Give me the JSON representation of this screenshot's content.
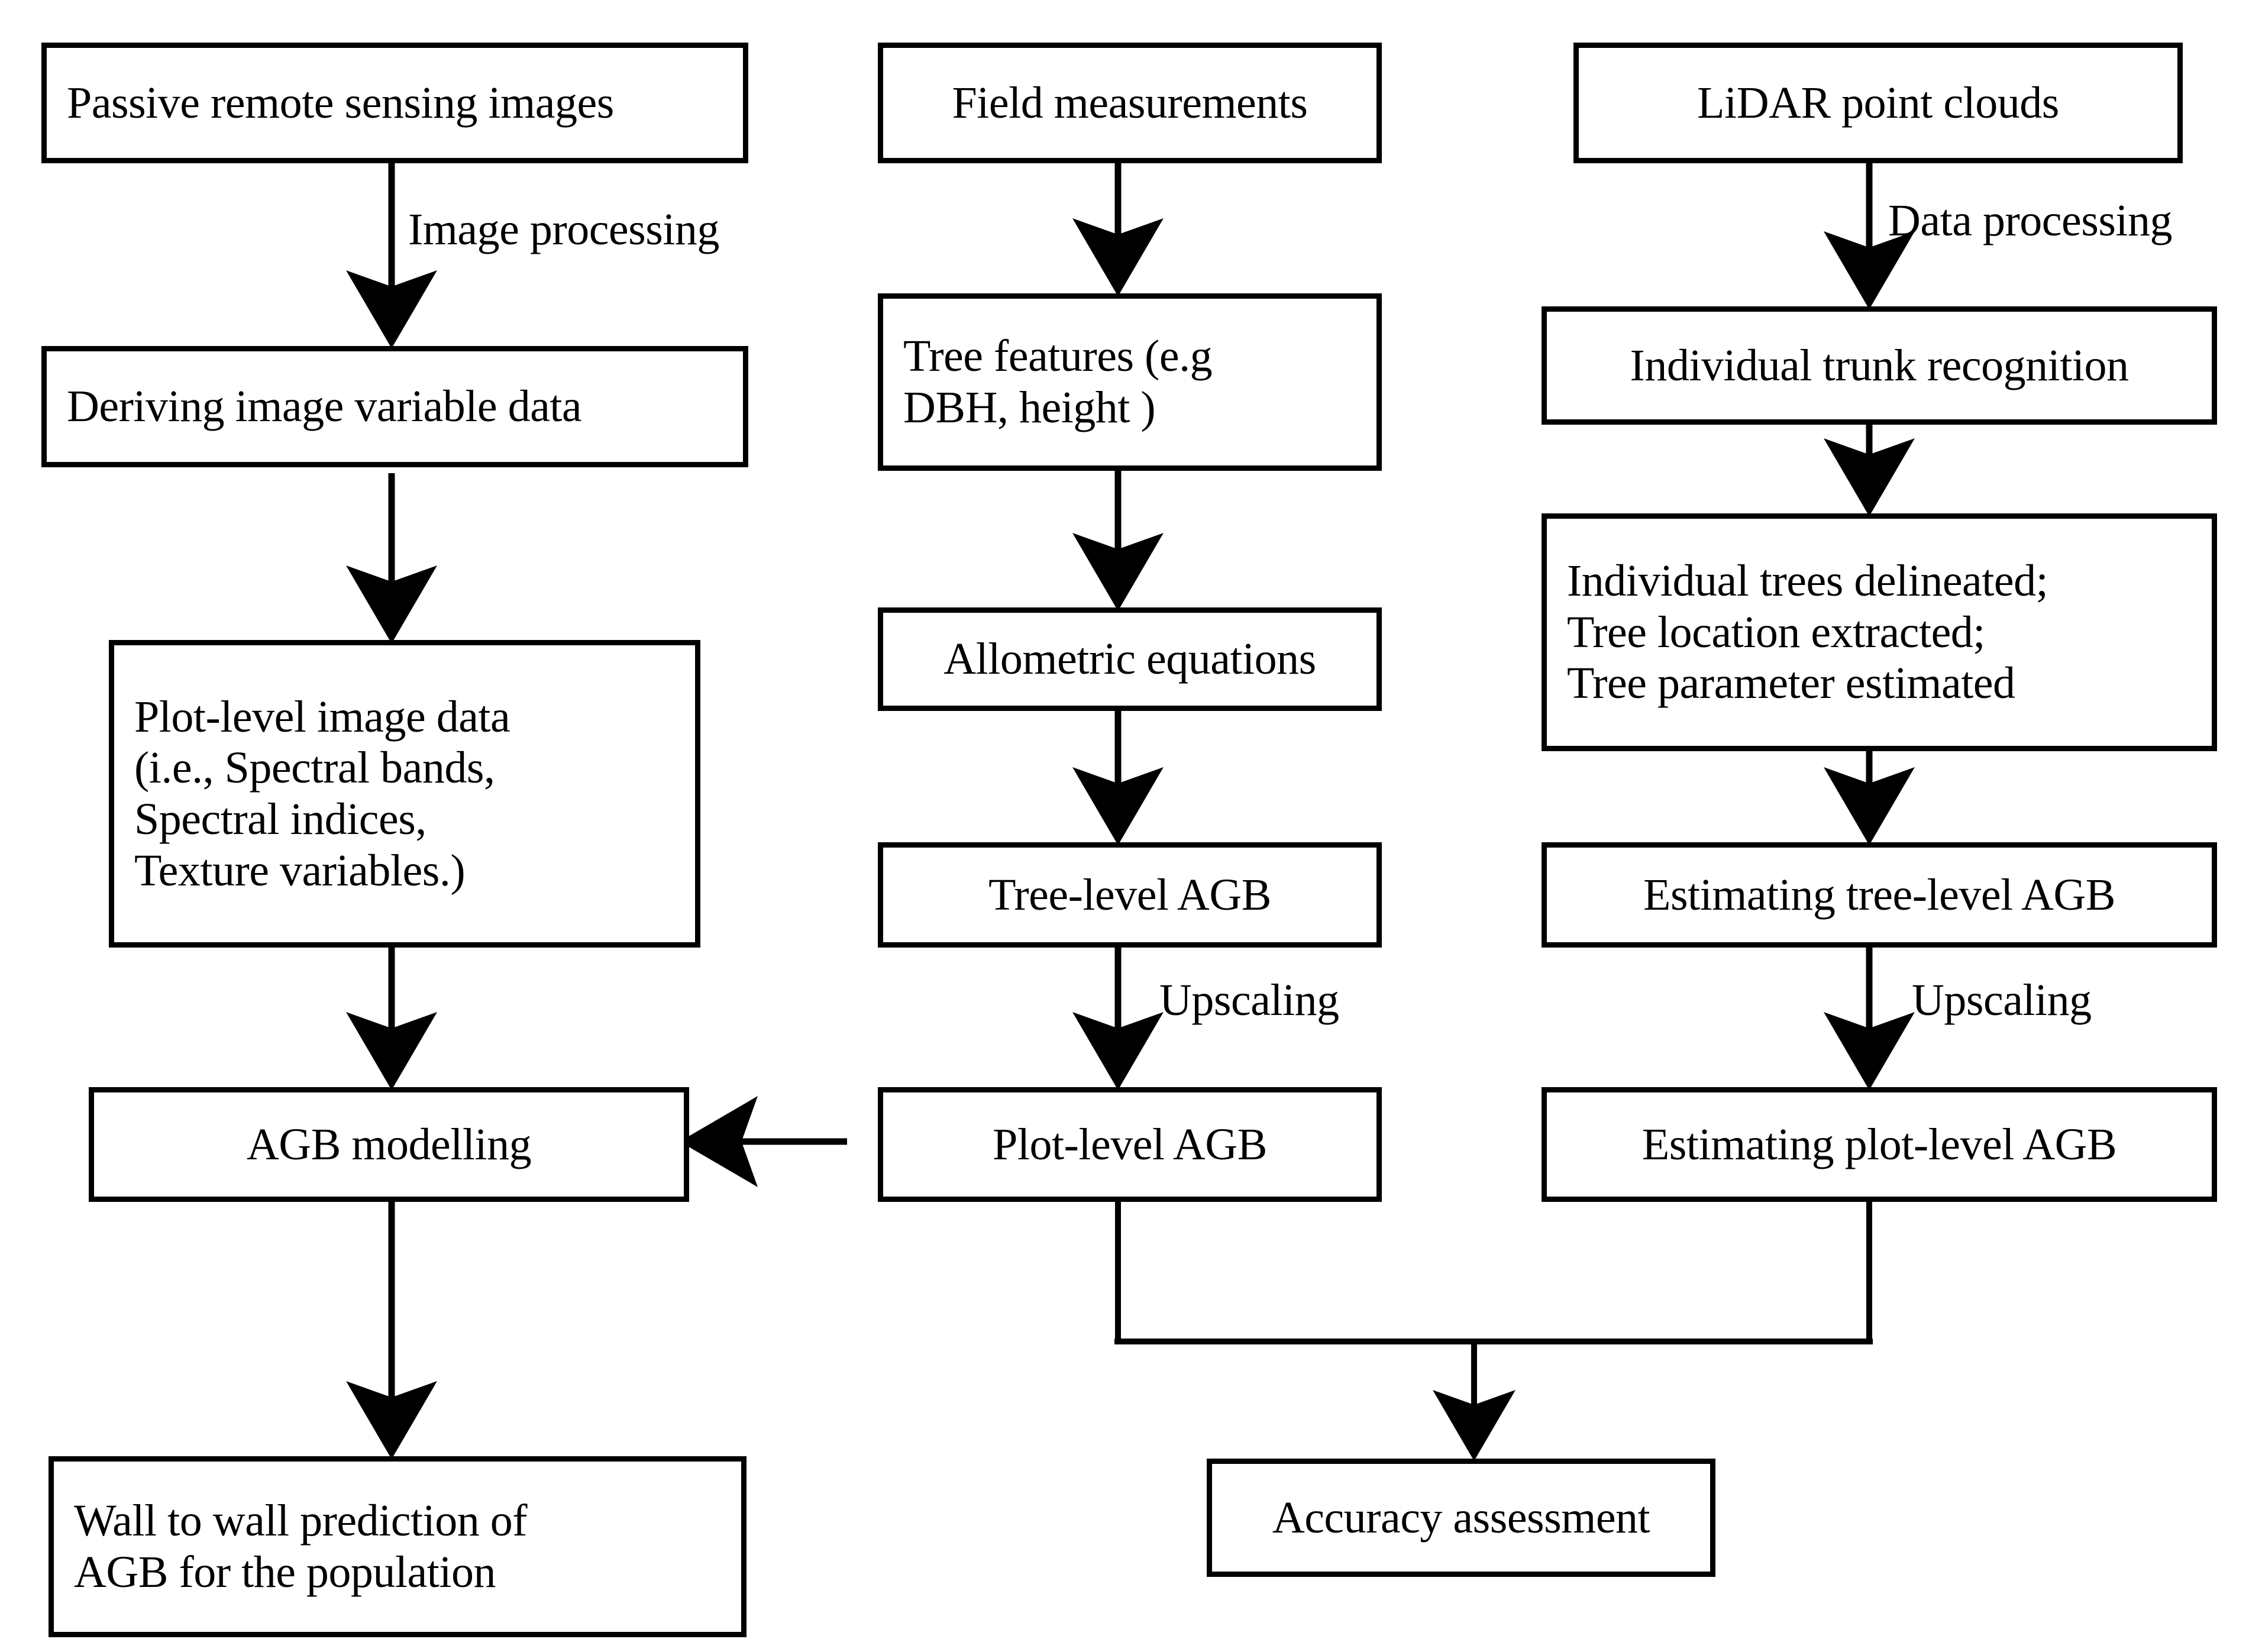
{
  "diagram": {
    "title": "AGB estimation workflow flowchart",
    "type": "flowchart",
    "stroke_color": "#000000",
    "fill_color": "#ffffff",
    "columns": [
      {
        "name": "passive-remote-sensing-branch",
        "nodes": [
          "passive_remote_sensing_images",
          "deriving_image_variable_data",
          "plot_level_image_data",
          "agb_modelling",
          "wall_to_wall_prediction"
        ]
      },
      {
        "name": "field-measurement-branch",
        "nodes": [
          "field_measurements",
          "tree_features",
          "allometric_equations",
          "tree_level_agb",
          "plot_level_agb"
        ]
      },
      {
        "name": "lidar-branch",
        "nodes": [
          "lidar_point_clouds",
          "individual_trunk_recognition",
          "individual_trees_delineated",
          "estimating_tree_level_agb",
          "estimating_plot_level_agb"
        ]
      }
    ],
    "nodes": {
      "passive_remote_sensing_images": "Passive remote sensing images",
      "deriving_image_variable_data": "Deriving image variable data",
      "plot_level_image_data": "Plot-level image data\n(i.e., Spectral bands,\nSpectral indices,\nTexture variables.)",
      "agb_modelling": "AGB modelling",
      "wall_to_wall_prediction": "Wall to wall prediction of\nAGB for the population",
      "field_measurements": "Field measurements",
      "tree_features": "Tree features (e.g\nDBH, height )",
      "allometric_equations": "Allometric equations",
      "tree_level_agb": "Tree-level AGB",
      "plot_level_agb": "Plot-level AGB",
      "lidar_point_clouds": "LiDAR point clouds",
      "individual_trunk_recognition": "Individual trunk recognition",
      "individual_trees_delineated": "Individual trees delineated;\nTree location extracted;\nTree parameter estimated",
      "estimating_tree_level_agb": "Estimating tree-level AGB",
      "estimating_plot_level_agb": "Estimating plot-level AGB",
      "accuracy_assessment": "Accuracy assessment"
    },
    "edge_labels": {
      "image_processing": "Image processing",
      "data_processing": "Data processing",
      "upscaling_middle": "Upscaling",
      "upscaling_right": "Upscaling"
    },
    "edges": [
      {
        "from": "passive_remote_sensing_images",
        "to": "deriving_image_variable_data",
        "label": "Image processing",
        "direction": "down"
      },
      {
        "from": "deriving_image_variable_data",
        "to": "plot_level_image_data",
        "label": "",
        "direction": "down"
      },
      {
        "from": "plot_level_image_data",
        "to": "agb_modelling",
        "label": "",
        "direction": "down"
      },
      {
        "from": "agb_modelling",
        "to": "wall_to_wall_prediction",
        "label": "",
        "direction": "down"
      },
      {
        "from": "field_measurements",
        "to": "tree_features",
        "label": "",
        "direction": "down"
      },
      {
        "from": "tree_features",
        "to": "allometric_equations",
        "label": "",
        "direction": "down"
      },
      {
        "from": "allometric_equations",
        "to": "tree_level_agb",
        "label": "",
        "direction": "down"
      },
      {
        "from": "tree_level_agb",
        "to": "plot_level_agb",
        "label": "Upscaling",
        "direction": "down"
      },
      {
        "from": "plot_level_agb",
        "to": "agb_modelling",
        "label": "",
        "direction": "left"
      },
      {
        "from": "lidar_point_clouds",
        "to": "individual_trunk_recognition",
        "label": "Data processing",
        "direction": "down"
      },
      {
        "from": "individual_trunk_recognition",
        "to": "individual_trees_delineated",
        "label": "",
        "direction": "down"
      },
      {
        "from": "individual_trees_delineated",
        "to": "estimating_tree_level_agb",
        "label": "",
        "direction": "down"
      },
      {
        "from": "estimating_tree_level_agb",
        "to": "estimating_plot_level_agb",
        "label": "Upscaling",
        "direction": "down"
      },
      {
        "from": "plot_level_agb",
        "to": "accuracy_assessment",
        "label": "",
        "direction": "down-merge"
      },
      {
        "from": "estimating_plot_level_agb",
        "to": "accuracy_assessment",
        "label": "",
        "direction": "down-merge"
      }
    ]
  }
}
